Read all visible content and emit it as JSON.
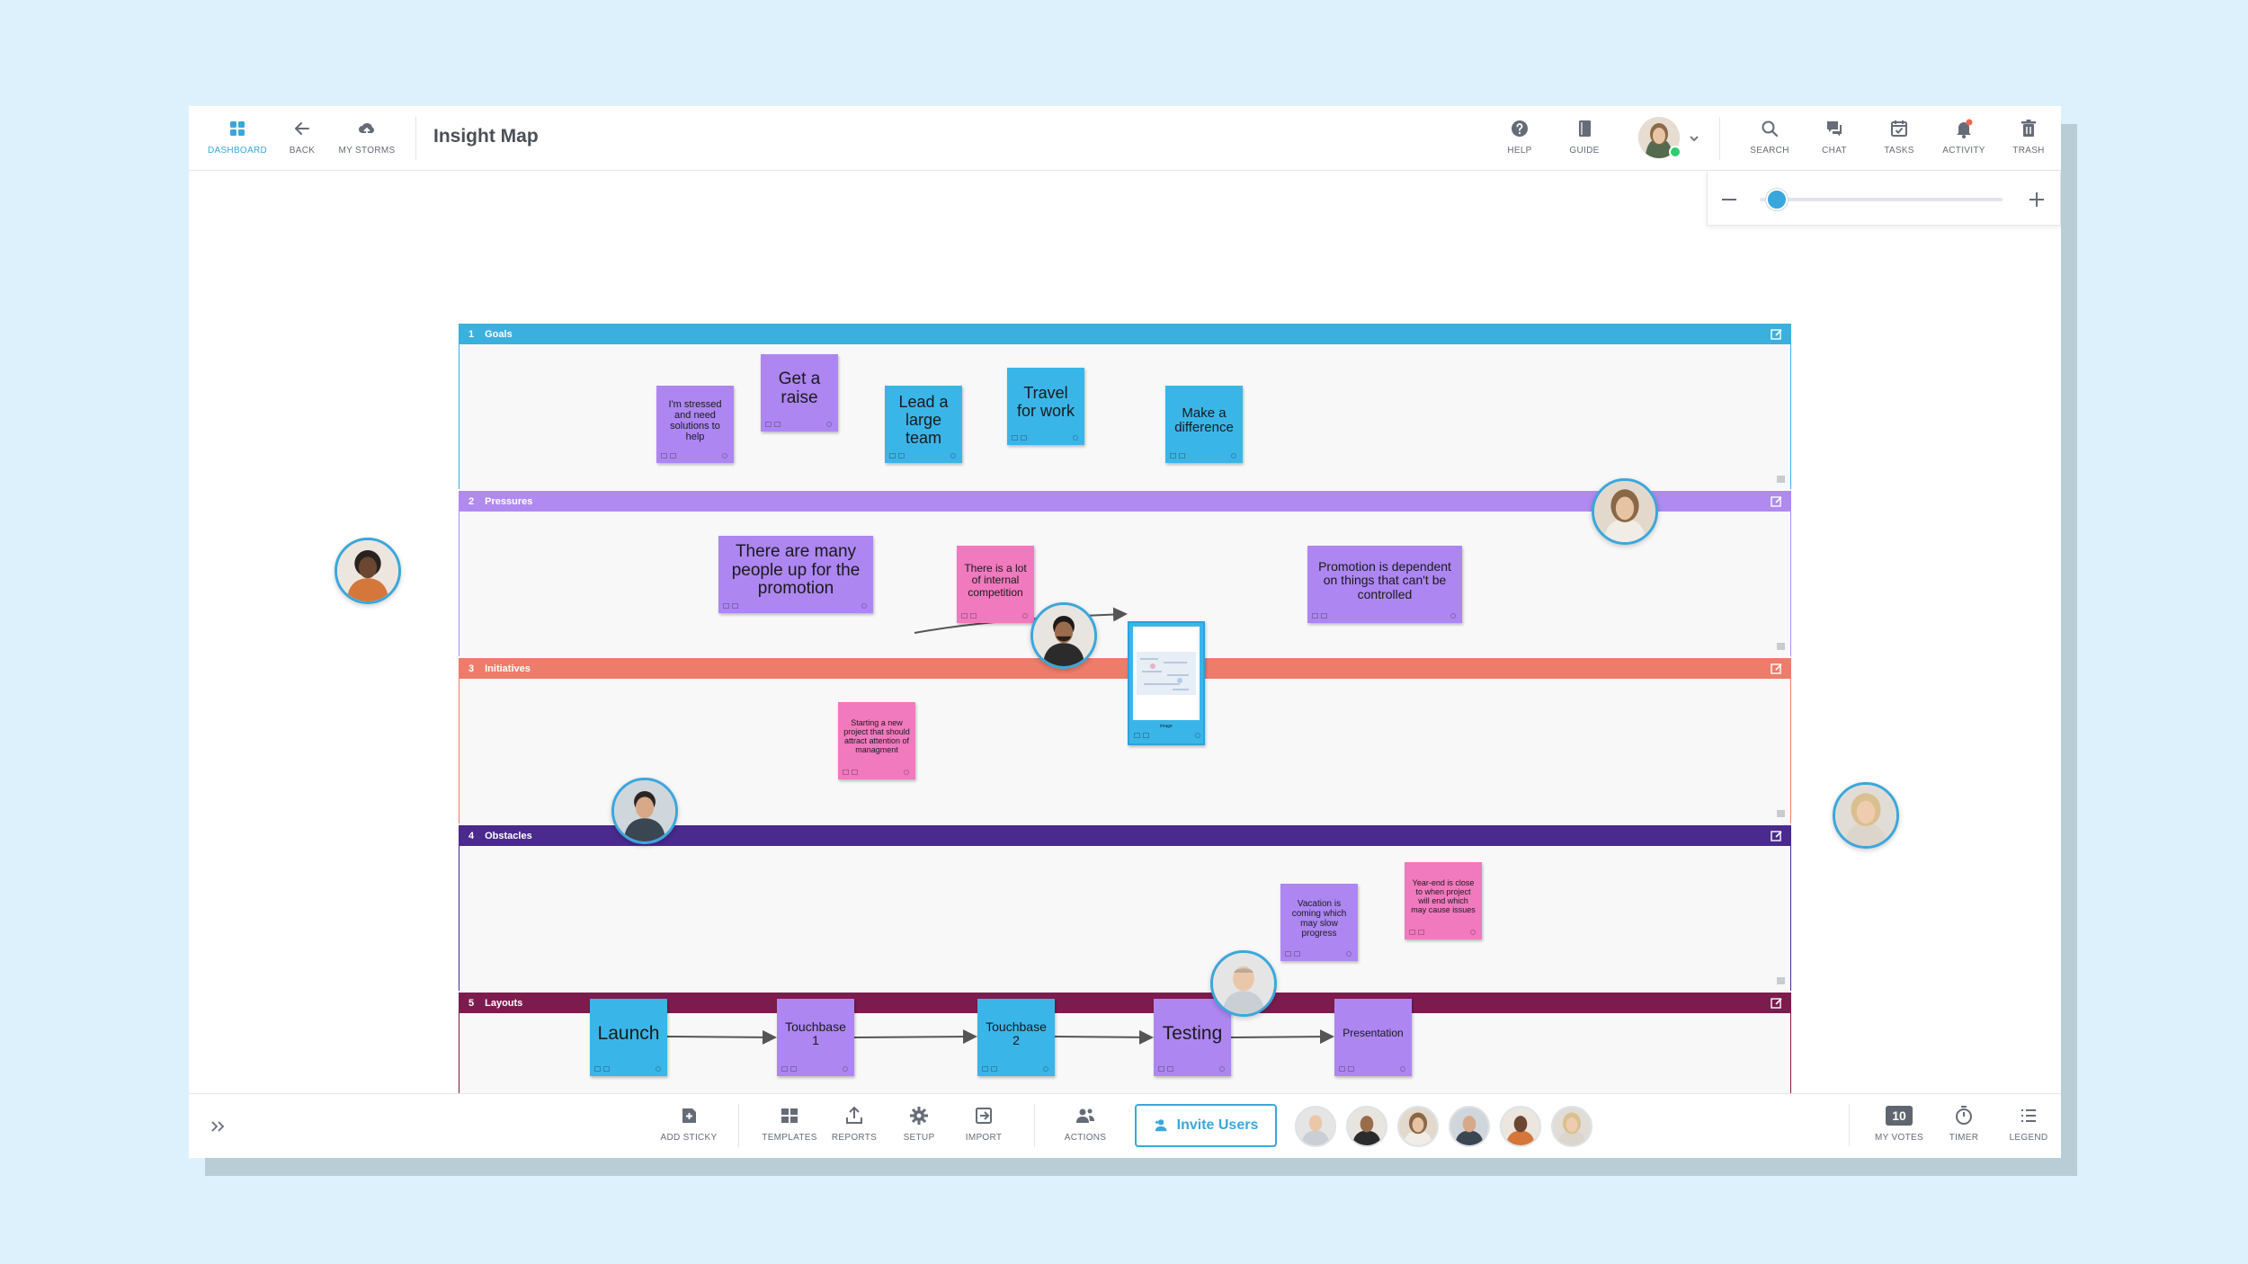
{
  "header": {
    "title": "Insight Map",
    "nav": [
      {
        "label": "DASHBOARD",
        "icon": "dashboard-icon"
      },
      {
        "label": "BACK",
        "icon": "back-arrow-icon"
      },
      {
        "label": "MY STORMS",
        "icon": "cloud-icon"
      }
    ],
    "right": [
      {
        "label": "HELP",
        "icon": "help-icon"
      },
      {
        "label": "GUIDE",
        "icon": "guide-icon"
      },
      {
        "label": "SEARCH",
        "icon": "search-icon"
      },
      {
        "label": "CHAT",
        "icon": "chat-icon"
      },
      {
        "label": "TASKS",
        "icon": "tasks-icon"
      },
      {
        "label": "ACTIVITY",
        "icon": "bell-icon"
      },
      {
        "label": "TRASH",
        "icon": "trash-icon"
      }
    ]
  },
  "zoom": {
    "level": 0.07
  },
  "lanes": [
    {
      "number": "1",
      "title": "Goals",
      "color": "#3ab0df"
    },
    {
      "number": "2",
      "title": "Pressures",
      "color": "#b08af0"
    },
    {
      "number": "3",
      "title": "Initiatives",
      "color": "#ee7c6a"
    },
    {
      "number": "4",
      "title": "Obstacles",
      "color": "#4a2a8c"
    },
    {
      "number": "5",
      "title": "Layouts",
      "color": "#7c1c4e"
    }
  ],
  "stickies": {
    "goals": [
      "I'm stressed and need solutions to help",
      "Get a raise",
      "Lead a large team",
      "Travel for work",
      "Make a difference"
    ],
    "pressures": [
      "There are many people up for the promotion",
      "There is a lot of internal competition",
      "Promotion is dependent on things that can't be controlled"
    ],
    "initiatives": [
      "Starting a new project that should attract attention of managment"
    ],
    "image_caption": "image",
    "obstacles": [
      "Vacation is coming which may slow progress",
      "Year-end is close to when project will end which may cause issues"
    ],
    "layouts": [
      "Launch",
      "Touchbase 1",
      "Touchbase 2",
      "Testing",
      "Presentation"
    ]
  },
  "toolbar": {
    "add_sticky": "ADD STICKY",
    "templates": "TEMPLATES",
    "reports": "REPORTS",
    "setup": "SETUP",
    "import": "IMPORT",
    "actions": "ACTIONS",
    "invite": "Invite Users",
    "my_votes": "MY VOTES",
    "votes_count": "10",
    "timer": "TIMER",
    "legend": "LEGEND"
  },
  "colors": {
    "accent": "#3aa7dc",
    "sticky_blue": "#3ab5e8",
    "sticky_purple": "#ad86f2",
    "sticky_pink": "#f179be",
    "online": "#2ecc71",
    "notify": "#f0684e"
  }
}
